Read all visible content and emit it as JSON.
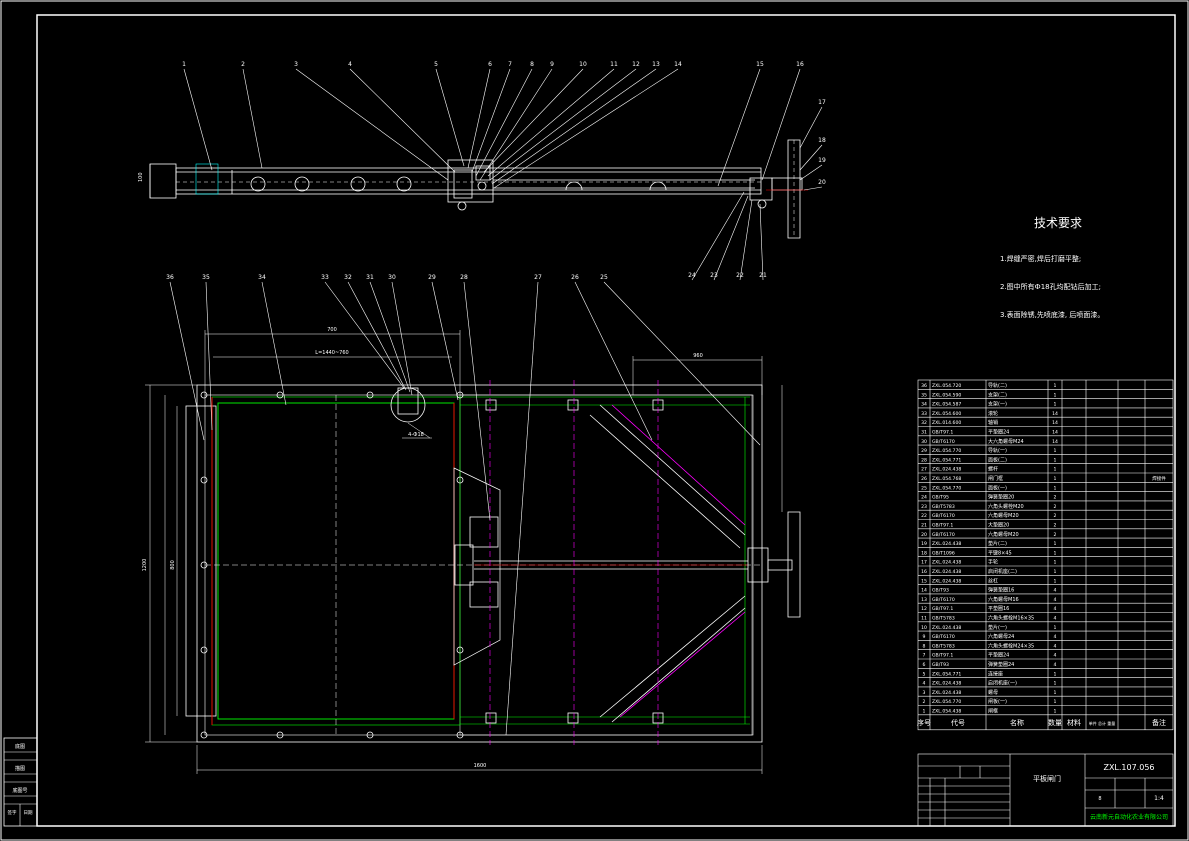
{
  "tech": {
    "title": "技术要求",
    "notes": [
      "1.焊缝严密,焊后打磨平整;",
      "2.图中所有Ф18孔均配钻后加工;",
      "3.表面除锈,先喷底漆, 后喷面漆。"
    ]
  },
  "side_balloons": [
    "1",
    "2",
    "3",
    "4",
    "5",
    "6",
    "7",
    "8",
    "9",
    "10",
    "11",
    "12",
    "13",
    "14",
    "15",
    "16",
    "17",
    "18",
    "19",
    "20",
    "21",
    "22",
    "23",
    "24"
  ],
  "front_balloons": [
    "25",
    "26",
    "27",
    "28",
    "29",
    "30",
    "31",
    "32",
    "33",
    "34",
    "35",
    "36"
  ],
  "dims": {
    "overall_width": "1600",
    "frame_width": "700",
    "inner_span": "L=1440~760",
    "right_span": "960",
    "overall_height": "1200",
    "inner_height": "800",
    "hole_note": "4-Ф18",
    "side_thickness": "100"
  },
  "bom": {
    "rows": [
      [
        "36",
        "ZXL.054.720",
        "导轨(二)",
        "1",
        "",
        ""
      ],
      [
        "35",
        "ZXL.054.590",
        "支架(二)",
        "1",
        "",
        ""
      ],
      [
        "34",
        "ZXL.054.587",
        "支架(一)",
        "1",
        "",
        ""
      ],
      [
        "33",
        "ZXL.054.600",
        "滚轮",
        "14",
        "",
        ""
      ],
      [
        "32",
        "ZXL.014.600",
        "轴销",
        "14",
        "",
        ""
      ],
      [
        "31",
        "GB/T97.1",
        "平垫圈24",
        "14",
        "",
        ""
      ],
      [
        "30",
        "GB/T6170",
        "大六角螺母M24",
        "14",
        "",
        ""
      ],
      [
        "29",
        "ZXL.054.770",
        "导轨(一)",
        "1",
        "",
        ""
      ],
      [
        "28",
        "ZXL.054.771",
        "面板(二)",
        "1",
        "",
        ""
      ],
      [
        "27",
        "ZXL.024.438",
        "螺杆",
        "1",
        "",
        ""
      ],
      [
        "26",
        "ZXL.054.768",
        "闸门框",
        "1",
        "",
        "焊接件"
      ],
      [
        "25",
        "ZXL.054.770",
        "面板(一)",
        "1",
        "",
        ""
      ],
      [
        "24",
        "GB/T95",
        "弹簧垫圈20",
        "2",
        "",
        ""
      ],
      [
        "23",
        "GB/T5783",
        "六角头螺栓M20",
        "2",
        "",
        ""
      ],
      [
        "22",
        "GB/T6170",
        "六角螺母M20",
        "2",
        "",
        ""
      ],
      [
        "21",
        "GB/T97.1",
        "大垫圈20",
        "2",
        "",
        ""
      ],
      [
        "20",
        "GB/T6170",
        "六角螺母M20",
        "2",
        "",
        ""
      ],
      [
        "19",
        "ZXL.024.438",
        "垫片(二)",
        "1",
        "",
        ""
      ],
      [
        "18",
        "GB/T1096",
        "平键8×45",
        "1",
        "",
        ""
      ],
      [
        "17",
        "ZXL.024.438",
        "手轮",
        "1",
        "",
        ""
      ],
      [
        "16",
        "ZXL.024.438",
        "启闭机座(二)",
        "1",
        "",
        ""
      ],
      [
        "15",
        "ZXL.024.438",
        "丝杠",
        "1",
        "",
        ""
      ],
      [
        "14",
        "GB/T93",
        "弹簧垫圈16",
        "4",
        "",
        ""
      ],
      [
        "13",
        "GB/T6170",
        "六角螺母M16",
        "4",
        "",
        ""
      ],
      [
        "12",
        "GB/T97.1",
        "平垫圈16",
        "4",
        "",
        ""
      ],
      [
        "11",
        "GB/T5783",
        "六角头螺栓M16×35",
        "4",
        "",
        ""
      ],
      [
        "10",
        "ZXL.024.438",
        "垫片(一)",
        "1",
        "",
        ""
      ],
      [
        "9",
        "GB/T6170",
        "六角螺母24",
        "4",
        "",
        ""
      ],
      [
        "8",
        "GB/T5783",
        "六角头螺栓M24×35",
        "4",
        "",
        ""
      ],
      [
        "7",
        "GB/T97.1",
        "平垫圈24",
        "4",
        "",
        ""
      ],
      [
        "6",
        "GB/T93",
        "弹簧垫圈24",
        "4",
        "",
        ""
      ],
      [
        "5",
        "ZXL.054.771",
        "连接座",
        "1",
        "",
        ""
      ],
      [
        "4",
        "ZXL.024.438",
        "启闭机座(一)",
        "1",
        "",
        ""
      ],
      [
        "3",
        "ZXL.024.438",
        "螺母",
        "1",
        "",
        ""
      ],
      [
        "2",
        "ZXL.054.770",
        "闸板(一)",
        "1",
        "",
        ""
      ],
      [
        "1",
        "ZXL.054.438",
        "闸框",
        "1",
        "",
        ""
      ]
    ],
    "header": [
      "序号",
      "代号",
      "名称",
      "数量",
      "材料",
      "单件 总计 重量",
      "备注"
    ]
  },
  "title_block": {
    "drawing_no": "ZXL.107.056",
    "name": "平板闸门",
    "scale": "1:4",
    "sheet": "8",
    "company": "云南新元自动化农业有限公司"
  },
  "left_stamp": [
    "底图",
    "描图",
    "底图号",
    "签字",
    "日期"
  ],
  "colors": {
    "background": "#000000",
    "lines": "#ffffff",
    "green": "#00ff00",
    "red": "#ff0000",
    "magenta": "#ff00ff",
    "yellow": "#ffff00",
    "cyan": "#00ffff"
  }
}
